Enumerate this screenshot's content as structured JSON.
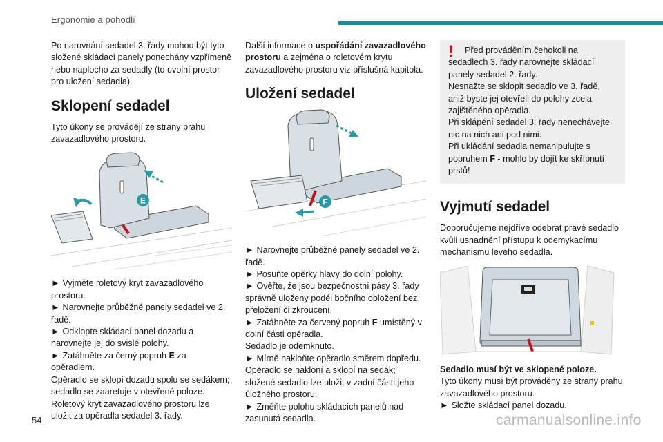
{
  "header": {
    "title": "Ergonomie a pohodlí"
  },
  "col1": {
    "intro": "Po narovnání sedadel 3. řady mohou být tyto složené skládací panely ponechány vzpřímeně nebo naplocho za sedadly (to uvolní prostor pro uložení sedadla).",
    "heading": "Sklopení sedadel",
    "lead": "Tyto úkony se provádějí ze strany prahu zavazadlového prostoru.",
    "figure_label": "E",
    "steps": [
      "Vyjměte roletový kryt zavazadlového prostoru.",
      "Narovnejte průběžné panely sedadel ve 2. řadě.",
      "Odklopte skládací panel dozadu a narovnejte jej do svislé polohy."
    ],
    "step4_pre": "Zatáhněte za černý popruh ",
    "step4_bold": "E",
    "step4_post": " za opěradlem.",
    "para1": "Opěradlo se sklopí dozadu spolu se sedákem; sedadlo se zaaretuje v otevřené poloze.",
    "para2": "Roletový kryt zavazadlového prostoru lze uložit za opěradla sedadel 3. řady."
  },
  "col2": {
    "intro_pre": "Další informace o ",
    "intro_bold": "uspořádání zavazadlového prostoru",
    "intro_post": " a zejména o roletovém krytu zavazadlového prostoru viz příslušná kapitola.",
    "heading": "Uložení sedadel",
    "figure_label": "F",
    "steps": [
      "Narovnejte průběžné panely sedadel ve 2. řadě.",
      "Posuňte opěrky hlavy do dolní polohy.",
      "Ověřte, že jsou bezpečnostní pásy 3. řady správně uloženy podél bočního obložení bez přeložení či zkroucení."
    ],
    "step4_pre": "Zatáhněte za červený popruh ",
    "step4_bold": "F",
    "step4_post": " umístěný v dolní části opěradla.",
    "unlocked": "Sedadlo je odemknuto.",
    "step5": "Mírně nakloňte opěradlo směrem dopředu.",
    "para1": "Opěradlo se nakloní a sklopí na sedák; složené sedadlo lze uložit v zadní části jeho úložného prostoru.",
    "step6": "Změňte polohu skládacích panelů nad zasunutá sedadla."
  },
  "col3": {
    "warning_mark": "!",
    "warning": [
      "Před prováděním čehokoli na sedadlech 3. řady narovnejte skládací panely sedadel 2. řady.",
      "Nesnažte se sklopit sedadlo ve 3. řadě, aniž byste jej otevřeli do polohy zcela zajištěného opěradla.",
      "Při sklápění sedadel 3. řady nenechávejte nic na nich ani pod nimi."
    ],
    "warning_last_pre": "Při ukládání sedadla nemanipulujte s popruhem ",
    "warning_last_bold": "F",
    "warning_last_post": " - mohlo by dojít ke skřípnutí prstů!",
    "heading": "Vyjmutí sedadel",
    "lead": "Doporučujeme nejdříve odebrat pravé sedadlo kvůli usnadnění přístupu k odemykacímu mechanismu levého sedadla.",
    "bold_note": "Sedadlo musí být ve sklopené poloze.",
    "lead2": "Tyto úkony musí být prováděny ze strany prahu zavazadlového prostoru.",
    "step1": "Složte skládací panel dozadu."
  },
  "arrow_glyph": "►",
  "footer": {
    "page_number": "54",
    "watermark": "carmanualsonline.info"
  },
  "colors": {
    "accent": "#1f8b95",
    "warning": "#e2001a",
    "strap_red": "#c0141c",
    "arrow_teal": "#2a9aa6"
  }
}
